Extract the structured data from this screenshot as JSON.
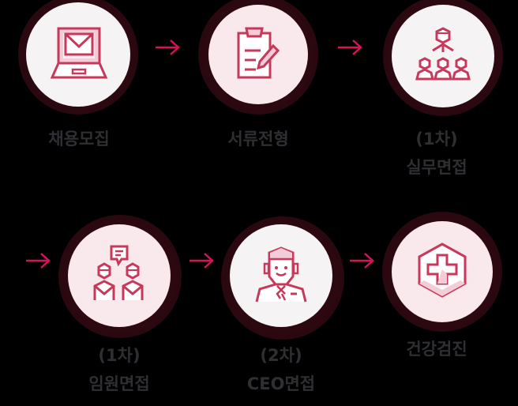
{
  "colors": {
    "accent": "#d4145a",
    "icon_stroke": "#c8385b",
    "icon_fill_light": "#f2ccd6",
    "circle_gray": "#f5f3f4",
    "circle_pink": "#f9e8ec",
    "label_text": "#2f2f33",
    "background": "#000000"
  },
  "steps": [
    {
      "icon": "laptop-mail-icon",
      "line1": "채용모집",
      "line2": ""
    },
    {
      "icon": "clipboard-pen-icon",
      "line1": "서류전형",
      "line2": ""
    },
    {
      "icon": "org-chart-icon",
      "line1": "(1차)",
      "line2": "실무면접"
    },
    {
      "icon": "interview-chat-icon",
      "line1": "(1차)",
      "line2": "임원면접"
    },
    {
      "icon": "ceo-person-icon",
      "line1": "(2차)",
      "line2": "CEO면접"
    },
    {
      "icon": "medical-cross-icon",
      "line1": "건강검진",
      "line2": ""
    }
  ],
  "arrows": [
    {
      "icon": "arrow-right-icon"
    },
    {
      "icon": "arrow-right-icon"
    },
    {
      "icon": "arrow-right-icon"
    },
    {
      "icon": "arrow-right-icon"
    },
    {
      "icon": "arrow-right-icon"
    }
  ]
}
